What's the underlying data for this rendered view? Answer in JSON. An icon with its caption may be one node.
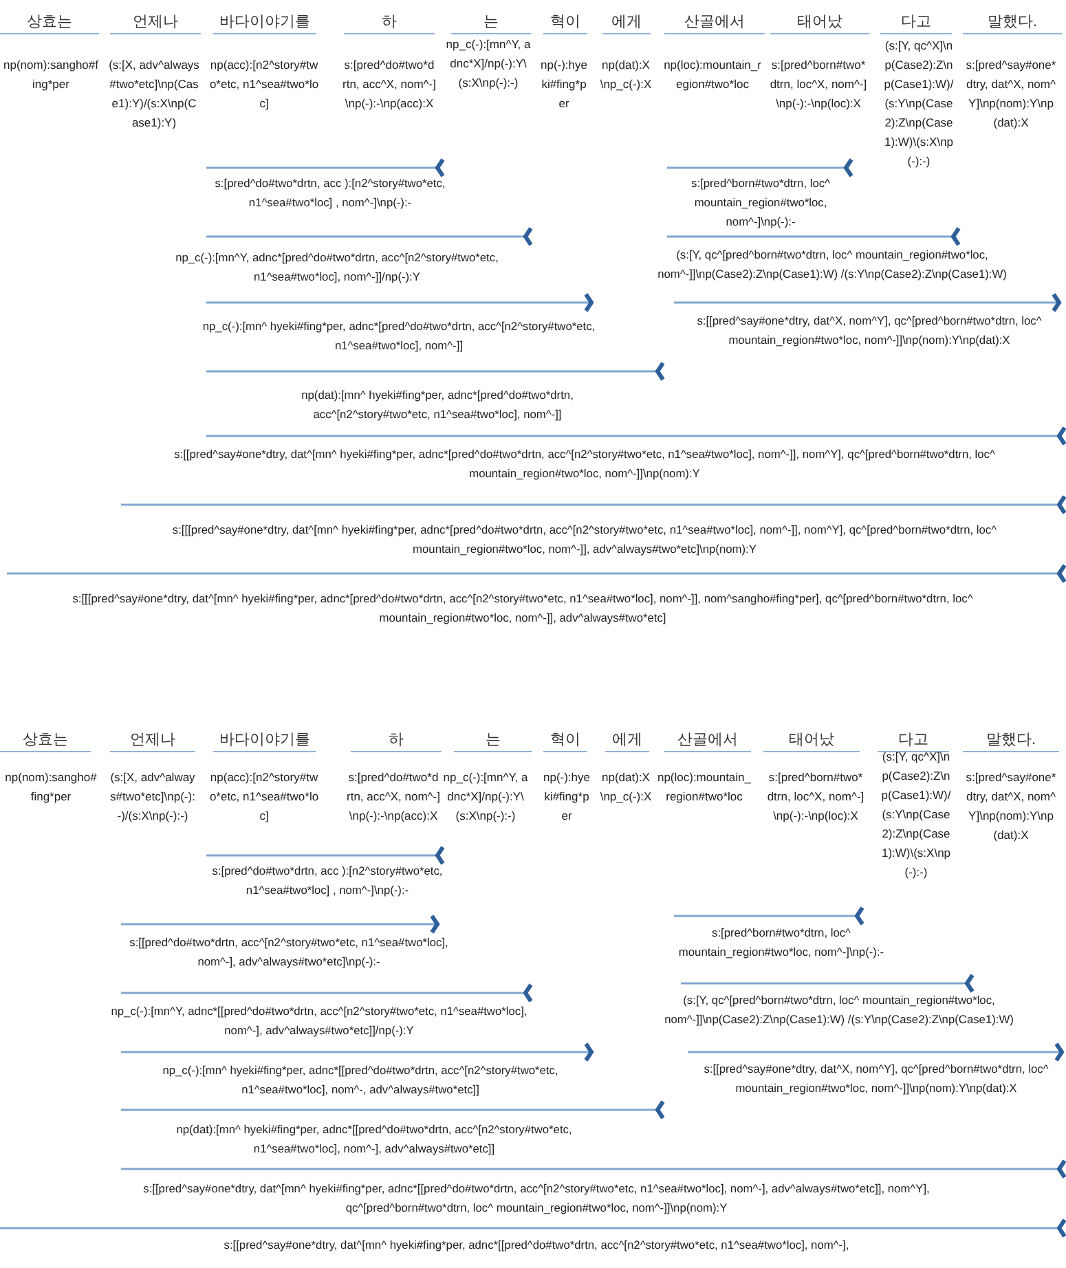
{
  "diagram": {
    "labels": [
      "상효는",
      "언제나",
      "바다이야기를",
      "하",
      "는",
      "혁이",
      "에게",
      "산골에서",
      "태어났",
      "다고",
      "말했다.",
      "np(nom):sangho#fing*per",
      "(s:[X, adv^always#two*etc]\\np(Case1):Y)/(s:X\\np(Case1):Y)",
      "np(acc):[n2^story#two*etc, n1^sea#two*loc]",
      "s:[pred^do#two*drtn, acc^X, nom^-]\\np(-):-\\np(acc):X",
      "np_c(-):[mn^Y, adnc*X]/np(-):Y\\(s:X\\np(-):-)",
      "np(-):hyeki#fing*per",
      "np(dat):X\\np_c(-):X",
      "np(loc):mountain_region#two*loc",
      "s:[pred^born#two*dtrn, loc^X, nom^-]\\np(-):-\\np(loc):X",
      "(s:[Y, qc^X]\\np(Case2):Z\\np(Case1):W)/(s:Y\\np(Case2):Z\\np(Case1):W)\\(s:X\\np(-):-)",
      "s:[pred^say#one*dtry, dat^X, nom^Y]\\np(nom):Y\\np(dat):X",
      "s:[pred^do#two*drtn, acc ):[n2^story#two*etc, n1^sea#two*loc] , nom^-]\\np(-):-",
      "s:[pred^born#two*dtrn, loc^ mountain_region#two*loc, nom^-]\\np(-):-",
      "np_c(-):[mn^Y, adnc*[pred^do#two*drtn, acc^[n2^story#two*etc, n1^sea#two*loc], nom^-]]/np(-):Y",
      "(s:[Y, qc^[pred^born#two*dtrn, loc^ mountain_region#two*loc, nom^-]]\\np(Case2):Z\\np(Case1):W) /(s:Y\\np(Case2):Z\\np(Case1):W)",
      "np_c(-):[mn^ hyeki#fing*per, adnc*[pred^do#two*drtn, acc^[n2^story#two*etc, n1^sea#two*loc], nom^-]]",
      "s:[[pred^say#one*dtry, dat^X, nom^Y], qc^[pred^born#two*dtrn, loc^ mountain_region#two*loc, nom^-]]\\np(nom):Y\\np(dat):X",
      "np(dat):[mn^ hyeki#fing*per, adnc*[pred^do#two*drtn, acc^[n2^story#two*etc, n1^sea#two*loc], nom^-]]",
      "s:[[pred^say#one*dtry, dat^[mn^ hyeki#fing*per, adnc*[pred^do#two*drtn, acc^[n2^story#two*etc, n1^sea#two*loc], nom^-]], nom^Y], qc^[pred^born#two*dtrn, loc^ mountain_region#two*loc, nom^-]]\\np(nom):Y",
      "s:[[[pred^say#one*dtry, dat^[mn^ hyeki#fing*per, adnc*[pred^do#two*drtn, acc^[n2^story#two*etc, n1^sea#two*loc], nom^-]], nom^Y], qc^[pred^born#two*dtrn, loc^ mountain_region#two*loc, nom^-]], adv^always#two*etc]\\np(nom):Y",
      "s:[[[pred^say#one*dtry, dat^[mn^ hyeki#fing*per, adnc*[pred^do#two*drtn, acc^[n2^story#two*etc, n1^sea#two*loc], nom^-]], nom^sangho#fing*per], qc^[pred^born#two*dtrn, loc^ mountain_region#two*loc, nom^-]], adv^always#two*etc]",
      "상효는",
      "언제나",
      "바다이야기를",
      "하",
      "는",
      "혁이",
      "에게",
      "산골에서",
      "태어났",
      "다고",
      "말했다.",
      "np(nom):sangho#fing*per",
      "(s:[X, adv^always#two*etc]\\np(-):-)/(s:X\\np(-):-)",
      "np(acc):[n2^story#two*etc, n1^sea#two*loc]",
      "s:[pred^do#two*drtn, acc^X, nom^-]\\np(-):-\\np(acc):X",
      "np_c(-):[mn^Y, adnc*X]/np(-):Y\\(s:X\\np(-):-)",
      "np(-):hyeki#fing*per",
      "np(dat):X\\np_c(-):X",
      "np(loc):mountain_region#two*loc",
      "s:[pred^born#two*dtrn, loc^X, nom^-]\\np(-):-\\np(loc):X",
      "(s:[Y, qc^X]\\np(Case2):Z\\np(Case1):W)/(s:Y\\np(Case2):Z\\np(Case1):W)\\(s:X\\np(-):-)",
      "s:[pred^say#one*dtry, dat^X, nom^Y]\\np(nom):Y\\np(dat):X",
      "s:[pred^do#two*drtn, acc ):[n2^story#two*etc, n1^sea#two*loc] , nom^-]\\np(-):-",
      "s:[[pred^do#two*drtn, acc^[n2^story#two*etc, n1^sea#two*loc], nom^-], adv^always#two*etc]\\np(-):-",
      "s:[pred^born#two*dtrn, loc^ mountain_region#two*loc, nom^-]\\np(-):-",
      "np_c(-):[mn^Y, adnc*[[pred^do#two*drtn, acc^[n2^story#two*etc, n1^sea#two*loc], nom^-], adv^always#two*etc]]/np(-):Y",
      "(s:[Y, qc^[pred^born#two*dtrn, loc^ mountain_region#two*loc, nom^-]]\\np(Case2):Z\\np(Case1):W) /(s:Y\\np(Case2):Z\\np(Case1):W)",
      "np_c(-):[mn^ hyeki#fing*per, adnc*[[pred^do#two*drtn, acc^[n2^story#two*etc, n1^sea#two*loc], nom^-, adv^always#two*etc]]",
      "s:[[pred^say#one*dtry, dat^X, nom^Y], qc^[pred^born#two*dtrn, loc^ mountain_region#two*loc, nom^-]]\\np(nom):Y\\np(dat):X",
      "np(dat):[mn^ hyeki#fing*per, adnc*[[pred^do#two*drtn, acc^[n2^story#two*etc, n1^sea#two*loc], nom^-], adv^always#two*etc]]",
      "s:[[pred^say#one*dtry, dat^[mn^ hyeki#fing*per, adnc*[[pred^do#two*drtn, acc^[n2^story#two*etc, n1^sea#two*loc], nom^-], adv^always#two*etc]], nom^Y], qc^[pred^born#two*dtrn, loc^ mountain_region#two*loc, nom^-]]\\np(nom):Y",
      "s:[[pred^say#one*dtry, dat^[mn^ hyeki#fing*per, adnc*[[pred^do#two*drtn, acc^[n2^story#two*etc, n1^sea#two*loc], nom^-],"
    ]
  }
}
